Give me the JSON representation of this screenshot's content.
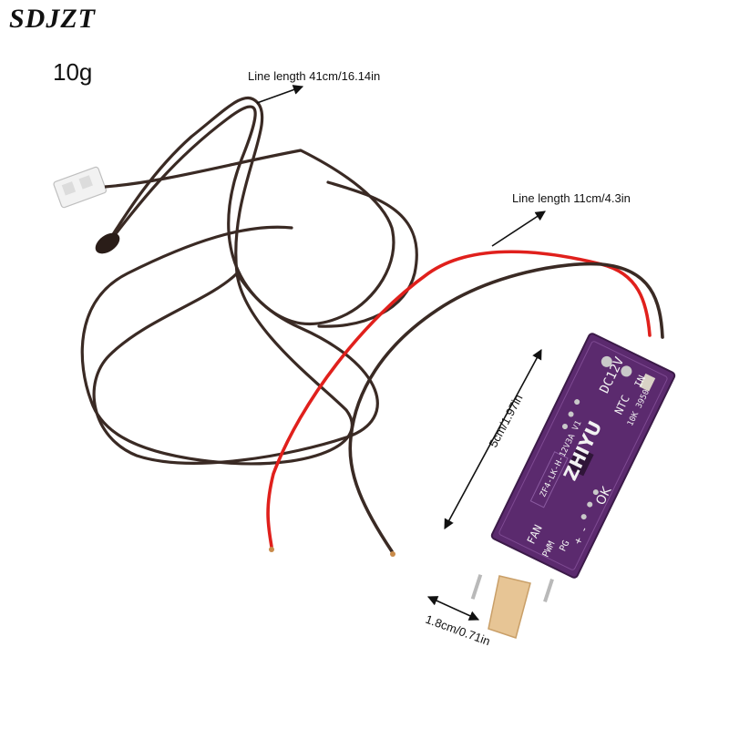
{
  "brand": "SDJZT",
  "weight": "10g",
  "annotations": {
    "long_line": "Line length 41cm/16.14in",
    "short_line": "Line length 11cm/4.3in",
    "board_length": "5cm/1.97in",
    "board_width": "1.8cm/0.71in"
  },
  "board_silkscreen": {
    "input": "DC12V",
    "in": "IN",
    "sensor": "NTC",
    "sensor_spec": "10K 3950",
    "maker": "ZHIYU",
    "model": "ZF4-LK-H-12V3A V1",
    "ok": "OK",
    "fan": "FAN",
    "pwm": "PWM",
    "pg": "PG",
    "plus": "+",
    "minus": "-"
  },
  "colors": {
    "board": "#5b2a6e",
    "wire_red": "#e0201c",
    "wire_black": "#3a2a24",
    "connector": "#f2f2f2",
    "copper_tab": "#e7c595"
  }
}
